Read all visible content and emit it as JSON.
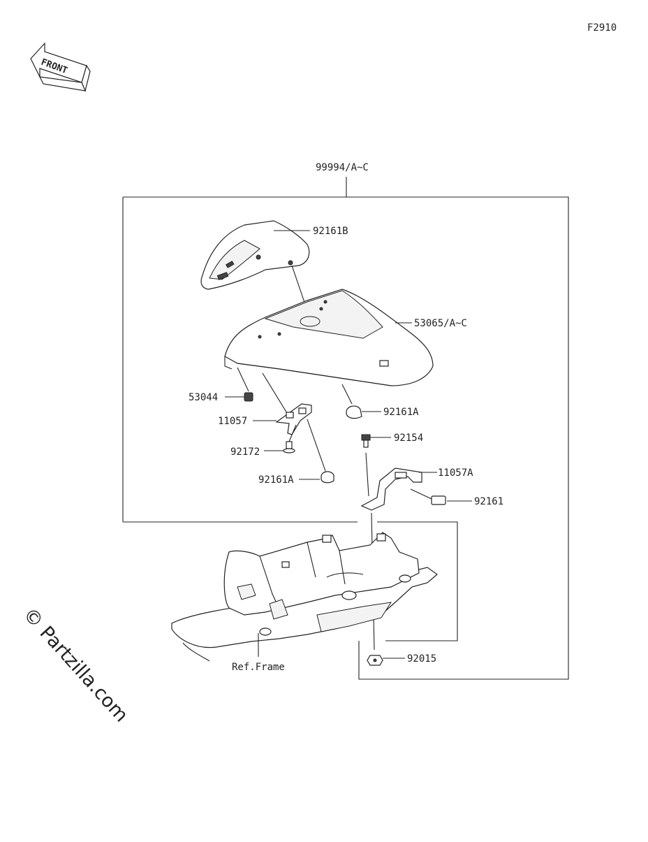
{
  "figure_code": "F2910",
  "front_label": "FRONT",
  "watermark": "© Partzilla.com",
  "assembly_label": "99994/A~C",
  "parts": {
    "p92161B": "92161B",
    "p53065": "53065/A~C",
    "p53044": "53044",
    "p92161A_right": "92161A",
    "p11057": "11057",
    "p92154": "92154",
    "p92172": "92172",
    "p11057A": "11057A",
    "p92161A_left": "92161A",
    "p92161": "92161",
    "p92015": "92015"
  },
  "ref_label": "Ref.Frame"
}
